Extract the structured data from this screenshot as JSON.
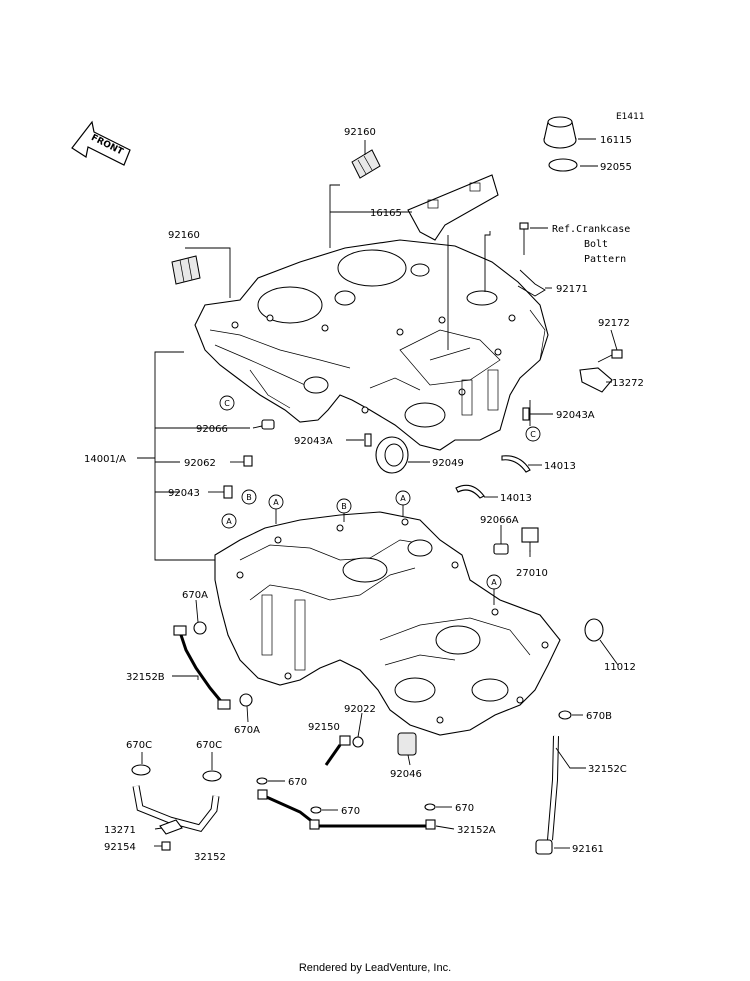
{
  "diagram_id": "E1411",
  "front_arrow_label": "FRONT",
  "ref_note": [
    "Ref.Crankcase",
    "Bolt",
    "Pattern"
  ],
  "footer": "Rendered by LeadVenture, Inc.",
  "labels": {
    "p92160_top": "92160",
    "p92160_left": "92160",
    "p16115": "16115",
    "p92055": "92055",
    "p16165": "16165",
    "p92171": "92171",
    "p92172": "92172",
    "p13272": "13272",
    "p92043A_r": "92043A",
    "p92043A_c": "92043A",
    "p92049": "92049",
    "p14013_a": "14013",
    "p14013_b": "14013",
    "p14001A": "14001/A",
    "p92066": "92066",
    "p92062": "92062",
    "p92043": "92043",
    "p92066A": "92066A",
    "p27010": "27010",
    "p670A_a": "670A",
    "p670A_b": "670A",
    "p32152B": "32152B",
    "p11012": "11012",
    "p92022": "92022",
    "p92150": "92150",
    "p92046": "92046",
    "p670B": "670B",
    "p670C_a": "670C",
    "p670C_b": "670C",
    "p32152C": "32152C",
    "p670_a": "670",
    "p670_b": "670",
    "p670_c": "670",
    "p32152A": "32152A",
    "p13271": "13271",
    "p92154": "92154",
    "p32152": "32152",
    "p92161": "92161"
  },
  "callouts": {
    "A": "A",
    "B": "B",
    "C": "C"
  }
}
